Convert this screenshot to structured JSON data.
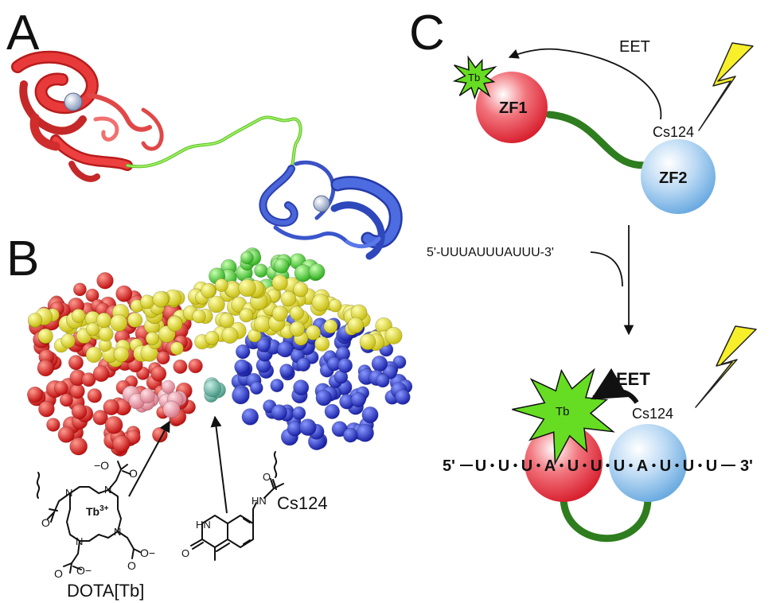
{
  "panels": {
    "a": "A",
    "b": "B",
    "c": "C"
  },
  "panel_b": {
    "dota_label": "DOTA[Tb]",
    "tb_ion": "Tb",
    "tb_charge": "3+",
    "cs124_label": "Cs124",
    "carboxylate": "−O",
    "carboxylate_right": "O−",
    "o": "O",
    "n": "N",
    "hn": "HN"
  },
  "panel_c": {
    "eet_top": "EET",
    "tb_top": "Tb",
    "zf1": "ZF1",
    "zf2": "ZF2",
    "cs124_top": "Cs124",
    "rna_input": "5'-UUUAUUUAUUU-3'",
    "eet_bottom": "EET",
    "tb_bottom": "Tb",
    "cs124_bottom": "Cs124",
    "rna_5prime": "5'",
    "rna_3prime": "3'",
    "rna_bases": [
      "U",
      "U",
      "U",
      "A",
      "U",
      "U",
      "U",
      "A",
      "U",
      "U",
      "U"
    ]
  },
  "colors": {
    "zf1": "#e8303c",
    "zf2": "#7ab6e8",
    "linker": "#2e7d1e",
    "tb_star": "#66dd22",
    "lightning": "#f6ef2a",
    "protein_red": "#e02020",
    "protein_blue": "#2a3dcc",
    "protein_yellow": "#e8e030",
    "protein_green": "#55dd44",
    "protein_pink": "#f2a0a8",
    "protein_teal": "#6ab0a0",
    "ribbon_red": "#e83a3a",
    "ribbon_blue": "#4a66d8",
    "ribbon_green": "#7ee040"
  }
}
